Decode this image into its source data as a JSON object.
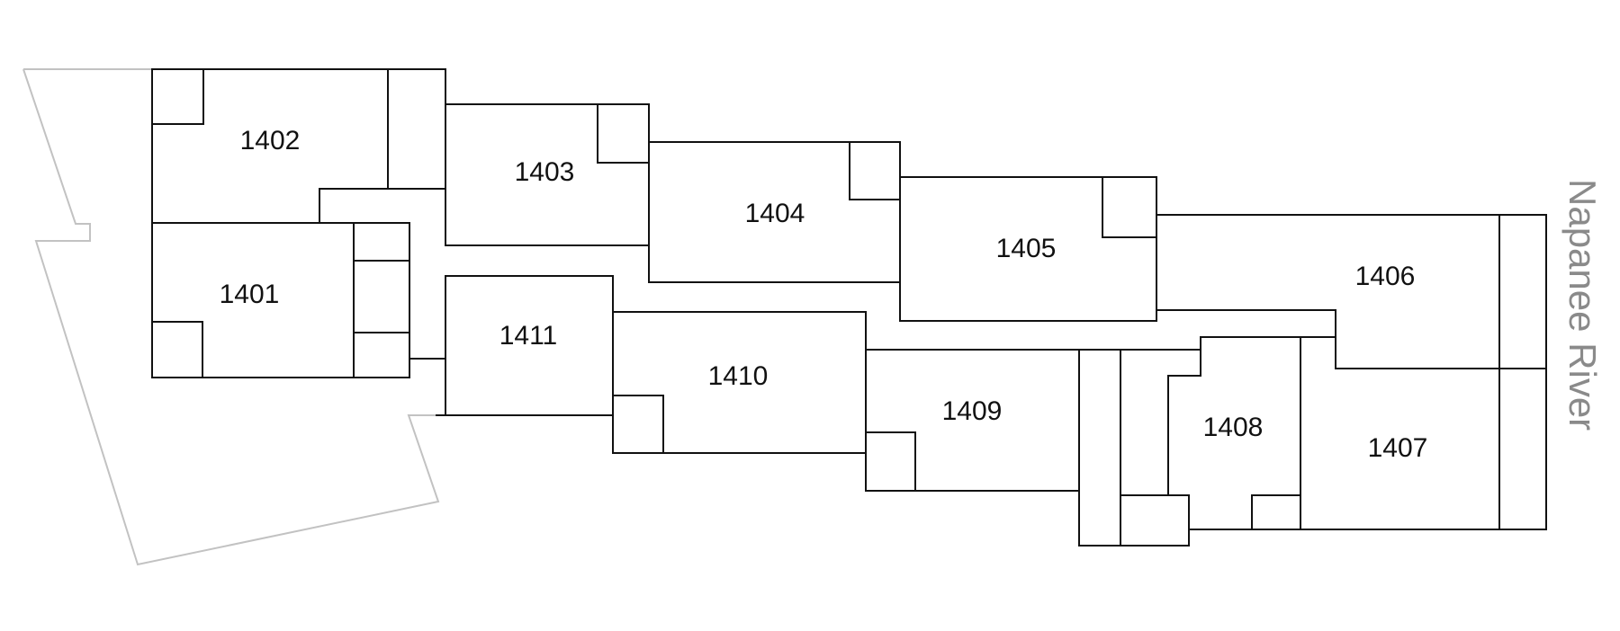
{
  "map": {
    "rooms": [
      {
        "id": "1401",
        "label": "1401"
      },
      {
        "id": "1402",
        "label": "1402"
      },
      {
        "id": "1403",
        "label": "1403"
      },
      {
        "id": "1404",
        "label": "1404"
      },
      {
        "id": "1405",
        "label": "1405"
      },
      {
        "id": "1406",
        "label": "1406"
      },
      {
        "id": "1407",
        "label": "1407"
      },
      {
        "id": "1408",
        "label": "1408"
      },
      {
        "id": "1409",
        "label": "1409"
      },
      {
        "id": "1410",
        "label": "1410"
      },
      {
        "id": "1411",
        "label": "1411"
      }
    ],
    "river_label": "Napanee River",
    "colors": {
      "wall": "#111111",
      "site_outline": "#c2c2c2",
      "river_text": "#8a8a8a",
      "background": "#ffffff"
    }
  }
}
